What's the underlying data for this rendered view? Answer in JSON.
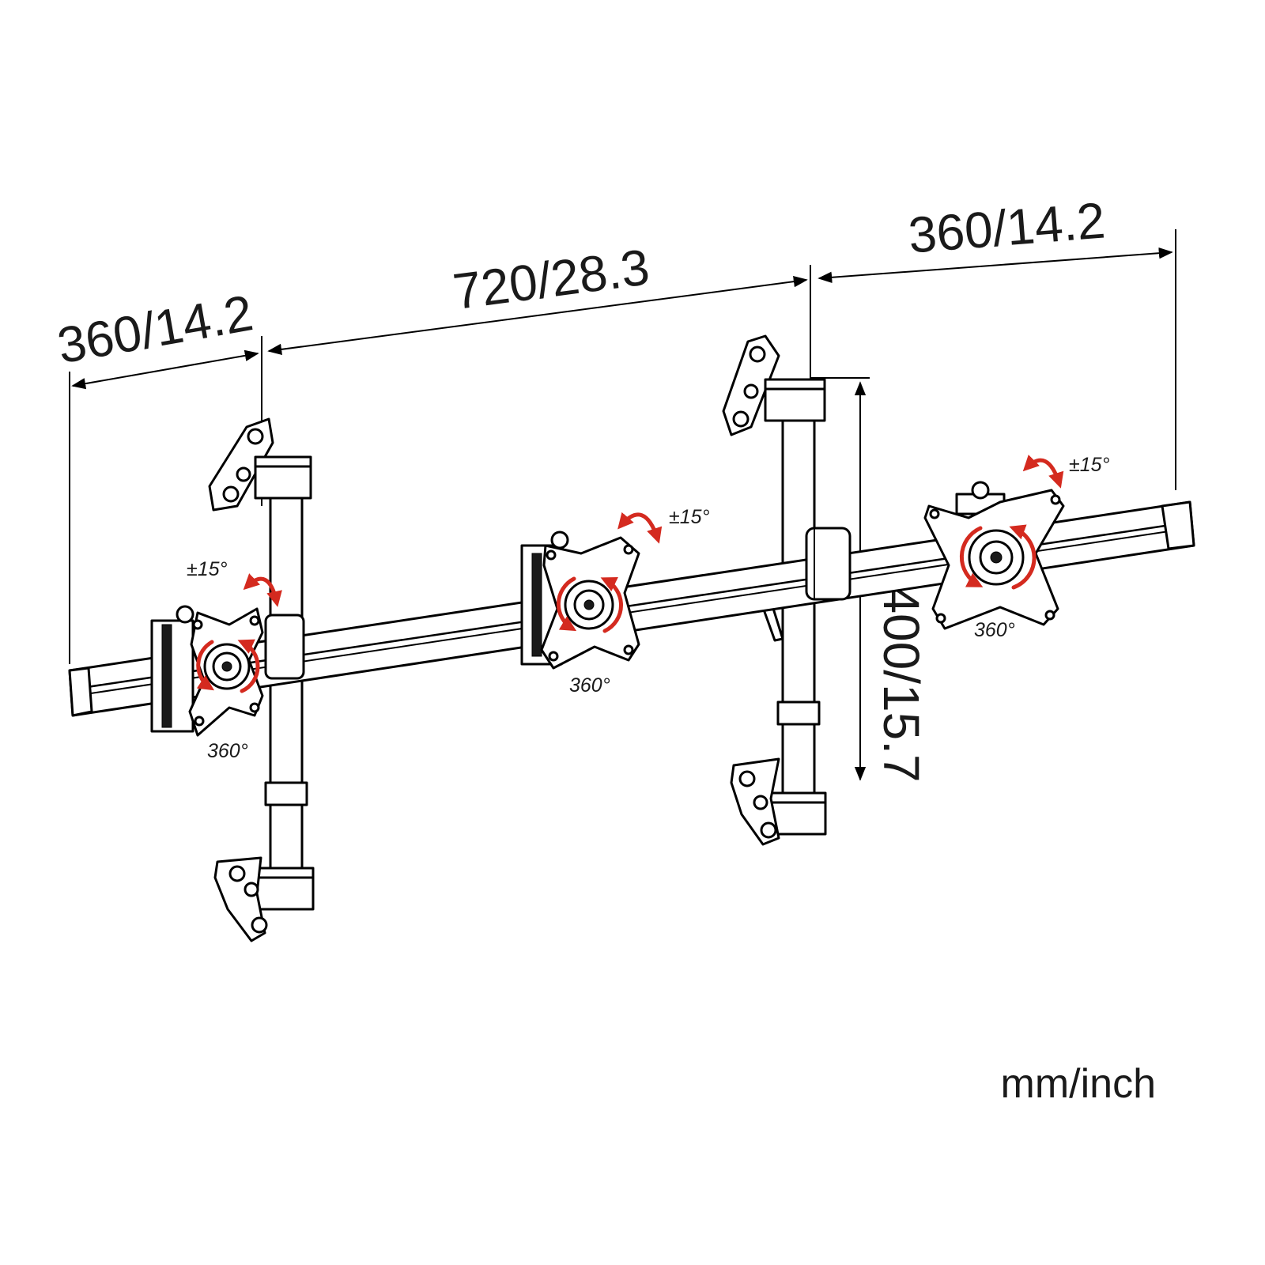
{
  "dimensions": {
    "left_span": "360/14.2",
    "middle_span": "720/28.3",
    "right_span": "360/14.2",
    "height": "400/15.7"
  },
  "mounts": [
    {
      "id": "left",
      "tilt": "±15°",
      "rotation": "360°"
    },
    {
      "id": "center",
      "tilt": "±15°",
      "rotation": "360°"
    },
    {
      "id": "right",
      "tilt": "±15°",
      "rotation": "360°"
    }
  ],
  "units": "mm/inch",
  "colors": {
    "line": "#000000",
    "rotation_arrows": "#d42a1f",
    "background": "#ffffff"
  }
}
